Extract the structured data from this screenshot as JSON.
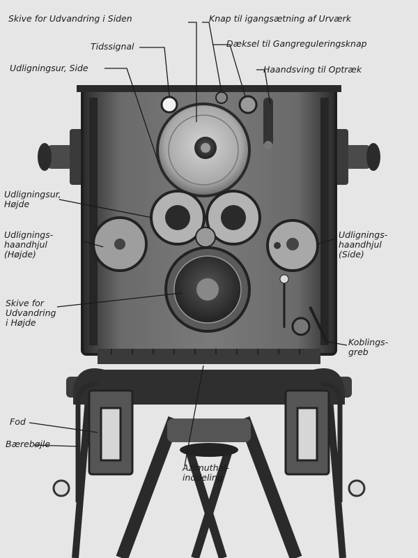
{
  "labels": {
    "skive_side": "Skive for Udvandring i Siden",
    "knap_urvaerk": "Knap til igangsætning af Urværk",
    "tidssignal": "Tidssignal",
    "daeksel": "Dæksel til Gangreguleringsknap",
    "udligningsur_side": "Udligningsur, Side",
    "haandsving": "Haandsving til Optræk",
    "udligningsur_hojde": [
      "Udligningsur,",
      "Højde"
    ],
    "haandhjul_hojde": [
      "Udlignings-",
      "haandhjul",
      "(Højde)"
    ],
    "haandhjul_side": [
      "Udlignings-",
      "haandhjul",
      "(Side)"
    ],
    "skive_hojde": [
      "Skive for",
      "Udvandring",
      "i Højde"
    ],
    "koblingsgreb": [
      "Koblings-",
      "greb"
    ],
    "fod": "Fod",
    "baerebojle": "Bærebøjle",
    "azimuthal": [
      "Azimuthal-",
      "inddeling"
    ]
  },
  "colors": {
    "paper": "#e6e6e6",
    "ink": "#1a1a1a",
    "body_dark": "#3a3a3a",
    "body_mid": "#6f6f6f",
    "dial_light": "#c8c8c8"
  }
}
